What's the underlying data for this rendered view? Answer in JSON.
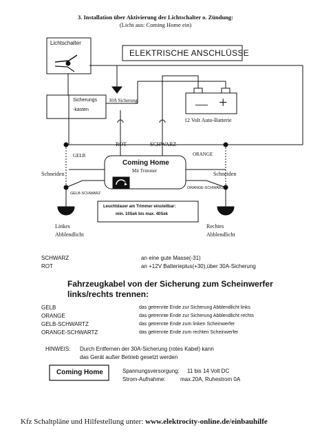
{
  "header": {
    "title": "3. Installation über Aktivierung der Lichtschalter o. Zündung:",
    "subtitle": "(Licht aus: Coming Home ein)"
  },
  "diagram": {
    "switch_label": "Lichtschalter",
    "panel_title": "ELEKTRISCHE ANSCHLÜSSE",
    "fuse_box": [
      "Sicherungs",
      "-kasten"
    ],
    "fuse_label": "30A Sicherung",
    "battery_label": "12 Volt Auto-Batterie",
    "battery_minus": "—",
    "battery_plus": "+",
    "wire_rot": "ROT",
    "wire_schwarz": "SCHWARZ",
    "wire_gelb": "GELB",
    "wire_orange": "ORANGE",
    "cut_left": "Schneiden",
    "cut_right": "Schneiden",
    "device_title": "Coming Home",
    "device_sub": "Mit Trimmer",
    "wire_gelb_schwarz": "GELB-SCHWARZ",
    "wire_orange_schwarz": "ORANGE-SCHWARZ",
    "note_line1": "Leuchtdauer am Trimmer einstellbar:",
    "note_line2": "min. 10Sek bis max. 40Sek",
    "lamp_left": [
      "Linkes",
      "Abblendlicht"
    ],
    "lamp_right": [
      "Rechtes",
      "Abblendlicht"
    ]
  },
  "power": [
    {
      "wire": "SCHWARZ",
      "text": "an eine gute Masse(-31)"
    },
    {
      "wire": "ROT",
      "text": "an +12V Batterieplus(+30),über 30A-Sicherung"
    }
  ],
  "section": {
    "line1": "Fahrzeugkabel von der Sicherung zum Scheinwerfer",
    "line2": "links/rechts trennen:"
  },
  "table": [
    {
      "wire": "GELB",
      "text": "das getrennte Ende zur Sicherung Abblendlicht links"
    },
    {
      "wire": "ORANGE",
      "text": "das getrennte Ende zur Sicherung Abblendlicht rechts"
    },
    {
      "wire": "GELB-SCHWARTZ",
      "text": "das getrennte Ende zum linken Scheinwerfer"
    },
    {
      "wire": "ORANGE-SCHWARTZ",
      "text": "das getrennte Ende zum rechten Scheinwerfer"
    }
  ],
  "hint": {
    "label": "HINWEIS:",
    "line1": "Durch Entfernen der 30A-Sicherung (rotes Kabel) kann",
    "line2": "das Gerät außer Betrieb gesetzt werden"
  },
  "specs": {
    "box_label": "Coming Home",
    "row1_label": "Spannungsversorgung:",
    "row1_value": "11 bis 14 Volt DC",
    "row2_label": "Strom-Aufnahme:",
    "row2_value": "max.20A, Ruhestrom 0A"
  },
  "footer": {
    "text": "Kfz Schaltpläne und Hilfestellung unter:",
    "link": "www.elektrocity-online.de/einbauhilfe"
  }
}
